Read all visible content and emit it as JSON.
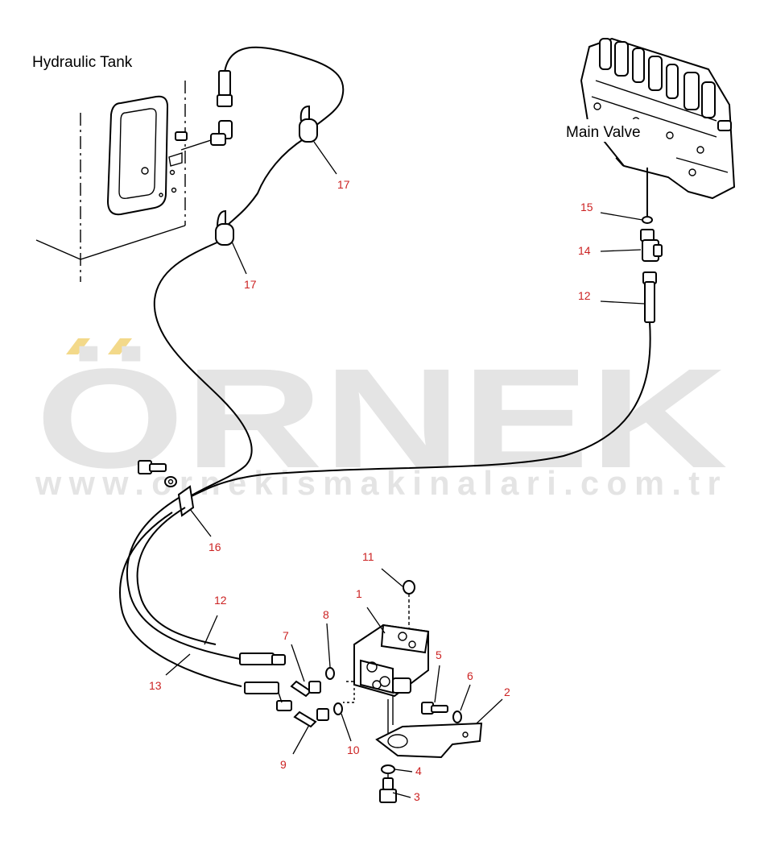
{
  "labels": {
    "hydraulic_tank": "Hydraulic Tank",
    "main_valve": "Main Valve"
  },
  "watermark": {
    "brand": "ÖRNEK",
    "url": "www.ornekismakinalari.com.tr"
  },
  "colors": {
    "callout": "#cc2222",
    "watermark_text": "#e4e4e4",
    "watermark_accent": "#f3d98a",
    "line": "#000000"
  },
  "callouts": [
    {
      "id": "c17a",
      "text": "17"
    },
    {
      "id": "c17b",
      "text": "17"
    },
    {
      "id": "c15",
      "text": "15"
    },
    {
      "id": "c14",
      "text": "14"
    },
    {
      "id": "c12a",
      "text": "12"
    },
    {
      "id": "c16",
      "text": "16"
    },
    {
      "id": "c11",
      "text": "11"
    },
    {
      "id": "c1",
      "text": "1"
    },
    {
      "id": "c8",
      "text": "8"
    },
    {
      "id": "c7",
      "text": "7"
    },
    {
      "id": "c12b",
      "text": "12"
    },
    {
      "id": "c13",
      "text": "13"
    },
    {
      "id": "c5",
      "text": "5"
    },
    {
      "id": "c6",
      "text": "6"
    },
    {
      "id": "c2",
      "text": "2"
    },
    {
      "id": "c9",
      "text": "9"
    },
    {
      "id": "c10",
      "text": "10"
    },
    {
      "id": "c4",
      "text": "4"
    },
    {
      "id": "c3",
      "text": "3"
    }
  ]
}
